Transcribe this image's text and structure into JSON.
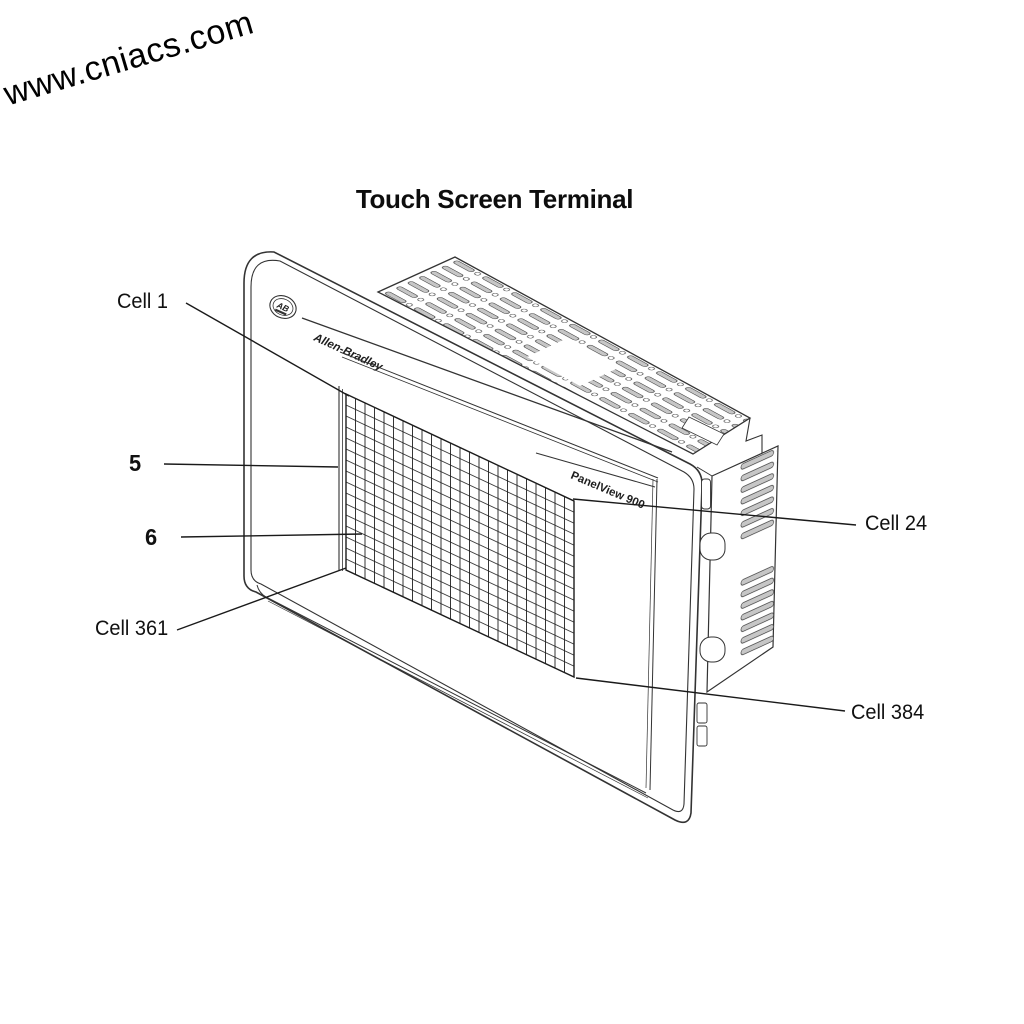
{
  "watermark": {
    "text": "www.cniacs.com"
  },
  "figure": {
    "title": "Touch Screen Terminal",
    "device": {
      "logo_text": "AB",
      "brand": "Allen-Bradley",
      "model": "PanelView 900"
    },
    "touch_grid": {
      "columns": 24,
      "rows": 16,
      "total_cells": 384
    },
    "callouts": {
      "cell_1": "Cell 1",
      "num_5": "5",
      "num_6": "6",
      "cell_361": "Cell 361",
      "cell_24": "Cell 24",
      "cell_384": "Cell 384"
    }
  },
  "colors": {
    "background": "#ffffff",
    "ink": "#333333",
    "label_ink": "#111111"
  }
}
